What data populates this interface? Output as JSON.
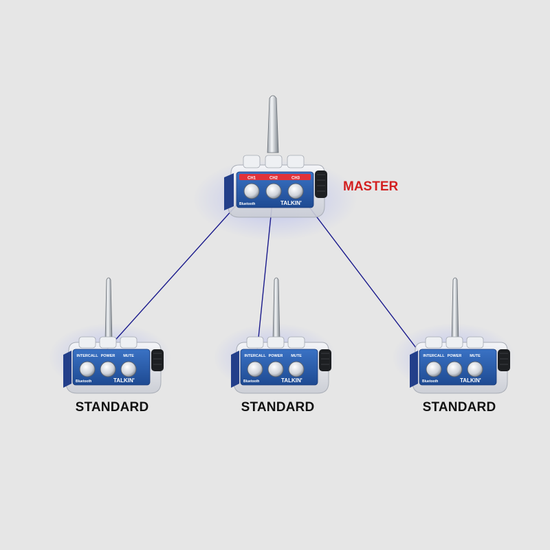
{
  "master": {
    "label": "MASTER",
    "channels": [
      "CH1",
      "CH2",
      "CH3"
    ],
    "brand": "TALKIN'",
    "bluetooth": "Bluetooth",
    "label_color": "#d32020"
  },
  "standards": [
    {
      "label": "STANDARD",
      "buttons": [
        "INTERCALL",
        "POWER",
        "MUTE"
      ],
      "brand": "TALKIN'",
      "bluetooth": "Bluetooth"
    },
    {
      "label": "STANDARD",
      "buttons": [
        "INTERCALL",
        "POWER",
        "MUTE"
      ],
      "brand": "TALKIN'",
      "bluetooth": "Bluetooth"
    },
    {
      "label": "STANDARD",
      "buttons": [
        "INTERCALL",
        "POWER",
        "MUTE"
      ],
      "brand": "TALKIN'",
      "bluetooth": "Bluetooth"
    }
  ],
  "colors": {
    "background": "#e6e6e6",
    "link": "#1a1a8c",
    "panel": "#2c5fb0",
    "channel_strip": "#e0323a"
  },
  "icons": [
    "antenna-icon",
    "volume-knob-icon",
    "bluetooth-icon"
  ]
}
